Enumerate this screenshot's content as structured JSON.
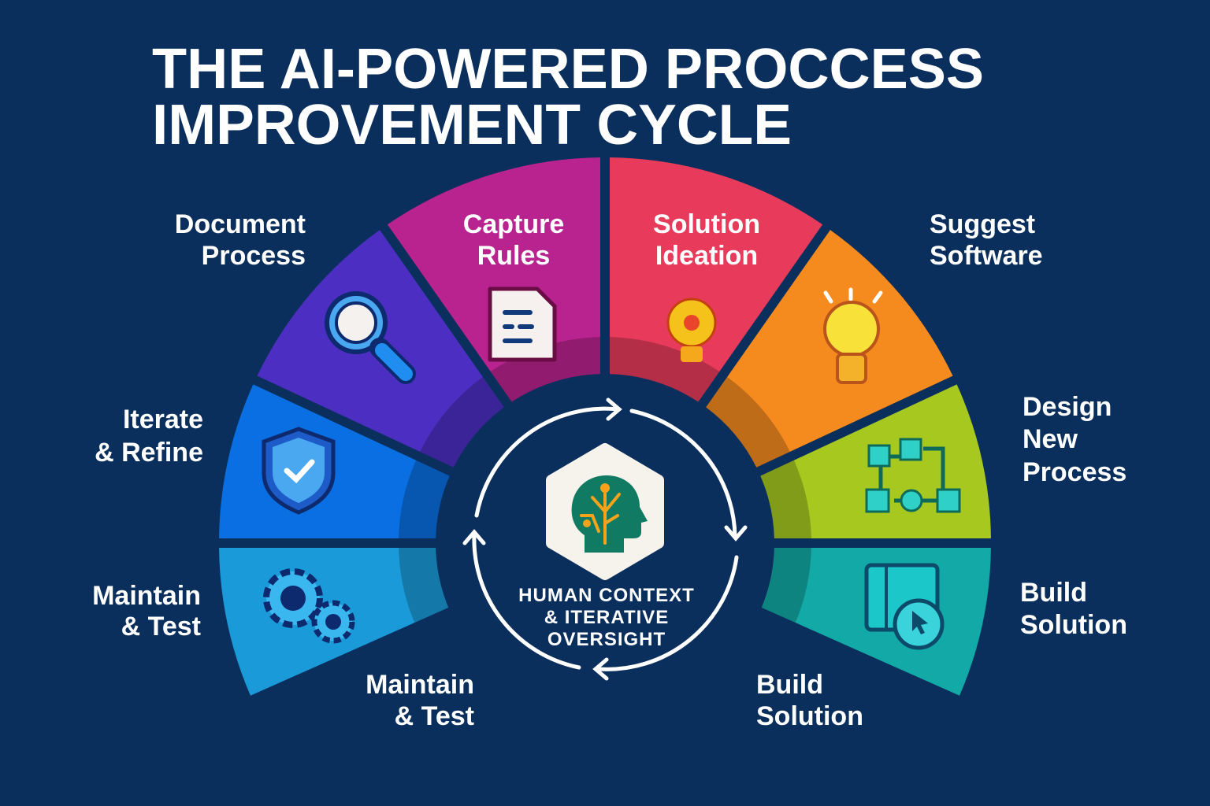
{
  "title": {
    "line1": "THE AI-POWERED PROCCESS",
    "line2": "IMPROVEMENT CYCLE"
  },
  "center": {
    "line1": "HUMAN CONTEXT",
    "line2": "& ITERATIVE",
    "line3": "OVERSIGHT",
    "icon": "ai-head-icon"
  },
  "colors": {
    "background": "#0b2f5c"
  },
  "segments": [
    {
      "name": "maintain-test",
      "color": "#1a9ad8",
      "icon": "gears-icon"
    },
    {
      "name": "iterate-refine",
      "color": "#0a6fe2",
      "icon": "shield-check-icon"
    },
    {
      "name": "document-process",
      "color": "#4c2fc2",
      "icon": "magnifier-icon"
    },
    {
      "name": "capture-rules",
      "color": "#b9238f",
      "icon": "document-icon"
    },
    {
      "name": "solution-ideation",
      "color": "#e83b5b",
      "icon": "idea-gear-icon"
    },
    {
      "name": "suggest-software",
      "color": "#f58b1f",
      "icon": "lightbulb-icon"
    },
    {
      "name": "design-new-process",
      "color": "#a6c81f",
      "icon": "flowchart-icon"
    },
    {
      "name": "build-solution",
      "color": "#13a9a6",
      "icon": "build-cursor-icon"
    }
  ],
  "labels": {
    "document_process": [
      "Document",
      "Process"
    ],
    "capture_rules": [
      "Capture",
      "Rules"
    ],
    "solution_ideation": [
      "Solution",
      "Ideation"
    ],
    "suggest_software": [
      "Suggest",
      "Software"
    ],
    "design_new_process": [
      "Design",
      "New",
      "Process"
    ],
    "build_solution_right": [
      "Build",
      "Solution"
    ],
    "build_solution_bottom": [
      "Build",
      "Solution"
    ],
    "maintain_test_bottom": [
      "Maintain",
      "& Test"
    ],
    "maintain_test_left": [
      "Maintain",
      "& Test"
    ],
    "iterate_refine": [
      "Iterate",
      "& Refine"
    ]
  }
}
